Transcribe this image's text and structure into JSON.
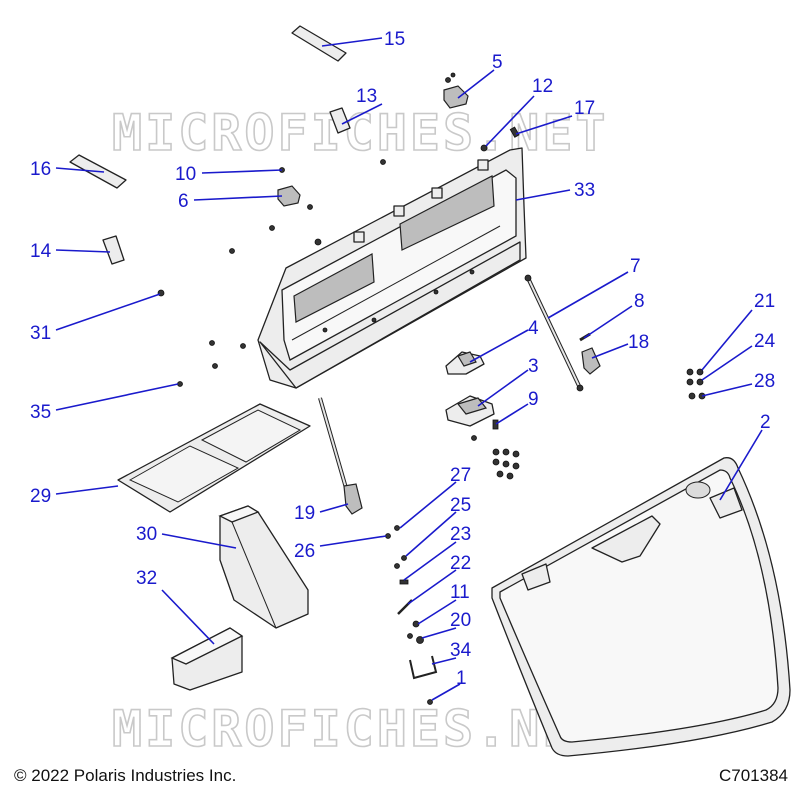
{
  "watermark": "MICROFICHES.NET",
  "copyright": "© 2022 Polaris Industries Inc.",
  "figure_code": "C701384",
  "callouts": {
    "c15": "15",
    "c5": "5",
    "c12": "12",
    "c13": "13",
    "c17": "17",
    "c16": "16",
    "c10": "10",
    "c6": "6",
    "c33": "33",
    "c14": "14",
    "c7": "7",
    "c8": "8",
    "c21": "21",
    "c4": "4",
    "c18": "18",
    "c24": "24",
    "c31": "31",
    "c3": "3",
    "c28": "28",
    "c9": "9",
    "c35": "35",
    "c2": "2",
    "c27": "27",
    "c29": "29",
    "c25": "25",
    "c19": "19",
    "c23": "23",
    "c30": "30",
    "c26": "26",
    "c22": "22",
    "c32": "32",
    "c11": "11",
    "c20": "20",
    "c34": "34",
    "c1": "1"
  }
}
